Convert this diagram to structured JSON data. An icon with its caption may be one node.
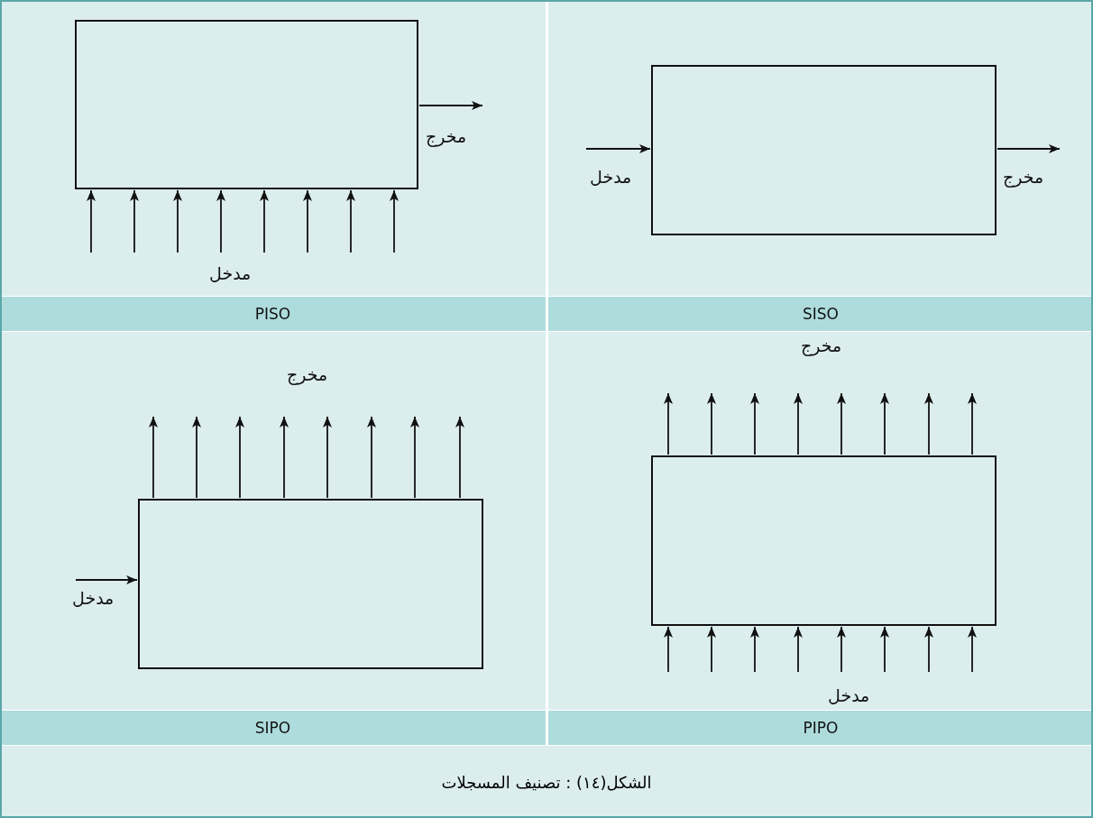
{
  "diagram": {
    "caption": "الشكل(١٤) : تصنيف المسجلات",
    "nodes": [
      {
        "text": [],
        "shape": "box"
      },
      {
        "text": [],
        "shape": "box"
      },
      {
        "text": [],
        "shape": "box"
      },
      {
        "text": [],
        "shape": "box"
      },
      {
        "text": [
          "PISO"
        ]
      },
      {
        "text": [
          "SISO"
        ]
      },
      {
        "text": [
          "SIPO"
        ]
      },
      {
        "text": [
          "PIPO"
        ]
      }
    ],
    "edges": [
      {
        "from": 0,
        "to": null,
        "arrow": "to",
        "label": "مخرج"
      },
      {
        "from": null,
        "to": 0,
        "arrow": "to"
      },
      {
        "from": null,
        "to": 0,
        "arrow": "to"
      },
      {
        "from": null,
        "to": 0,
        "arrow": "to"
      },
      {
        "from": null,
        "to": 0,
        "arrow": "to"
      },
      {
        "from": null,
        "to": 0,
        "arrow": "to"
      },
      {
        "from": null,
        "to": 0,
        "arrow": "to"
      },
      {
        "from": null,
        "to": 0,
        "arrow": "to"
      },
      {
        "from": null,
        "to": 0,
        "arrow": "to"
      },
      {
        "from": null,
        "to": 1,
        "arrow": "to",
        "label": "مدخل"
      },
      {
        "from": 1,
        "to": null,
        "arrow": "to",
        "label": "مخرج"
      },
      {
        "from": null,
        "to": 2,
        "arrow": "to",
        "label": "مدخل"
      },
      {
        "from": 2,
        "to": null,
        "arrow": "to"
      },
      {
        "from": 2,
        "to": null,
        "arrow": "to"
      },
      {
        "from": 2,
        "to": null,
        "arrow": "to"
      },
      {
        "from": 2,
        "to": null,
        "arrow": "to"
      },
      {
        "from": 2,
        "to": null,
        "arrow": "to"
      },
      {
        "from": 2,
        "to": null,
        "arrow": "to"
      },
      {
        "from": 2,
        "to": null,
        "arrow": "to"
      },
      {
        "from": 2,
        "to": null,
        "arrow": "to"
      },
      {
        "from": 3,
        "to": null,
        "arrow": "to"
      },
      {
        "from": 3,
        "to": null,
        "arrow": "to"
      },
      {
        "from": 3,
        "to": null,
        "arrow": "to"
      },
      {
        "from": 3,
        "to": null,
        "arrow": "to"
      },
      {
        "from": 3,
        "to": null,
        "arrow": "to"
      },
      {
        "from": 3,
        "to": null,
        "arrow": "to"
      },
      {
        "from": 3,
        "to": null,
        "arrow": "to"
      },
      {
        "from": 3,
        "to": null,
        "arrow": "to"
      },
      {
        "from": null,
        "to": 3,
        "arrow": "to"
      },
      {
        "from": null,
        "to": 3,
        "arrow": "to"
      },
      {
        "from": null,
        "to": 3,
        "arrow": "to"
      },
      {
        "from": null,
        "to": 3,
        "arrow": "to"
      },
      {
        "from": null,
        "to": 3,
        "arrow": "to"
      },
      {
        "from": null,
        "to": 3,
        "arrow": "to"
      },
      {
        "from": null,
        "to": 3,
        "arrow": "to"
      },
      {
        "from": null,
        "to": 3,
        "arrow": "to"
      }
    ],
    "labels": [
      "مدخل",
      "مخرج",
      "مخرج",
      "مدخل"
    ]
  }
}
